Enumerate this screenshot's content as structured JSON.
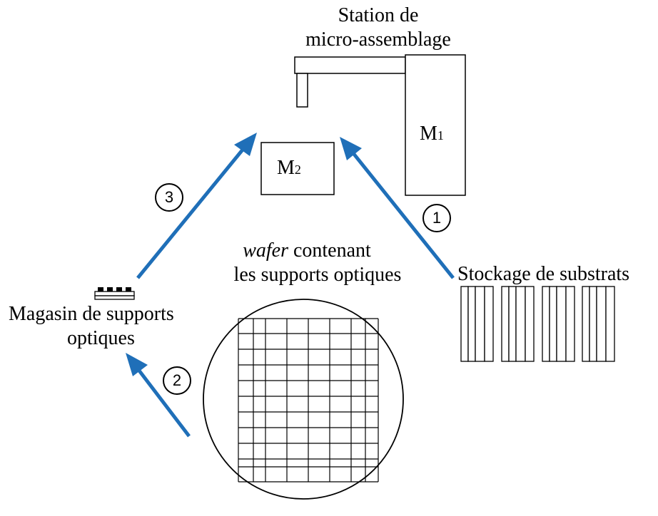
{
  "labels": {
    "station_line1": "Station de",
    "station_line2": "micro-assemblage",
    "m1_main": "M",
    "m1_sub": "1",
    "m2_main": "M",
    "m2_sub": "2",
    "stockage": "Stockage de substrats",
    "wafer_italic": "wafer",
    "wafer_rest": " contenant",
    "wafer_line2": "les supports optiques",
    "magasin_line1": "Magasin de supports",
    "magasin_line2": "optiques"
  },
  "steps": {
    "step1": "1",
    "step2": "2",
    "step3": "3"
  },
  "colors": {
    "arrow": "#1f6fb8",
    "stroke": "#000000",
    "background": "#ffffff"
  }
}
